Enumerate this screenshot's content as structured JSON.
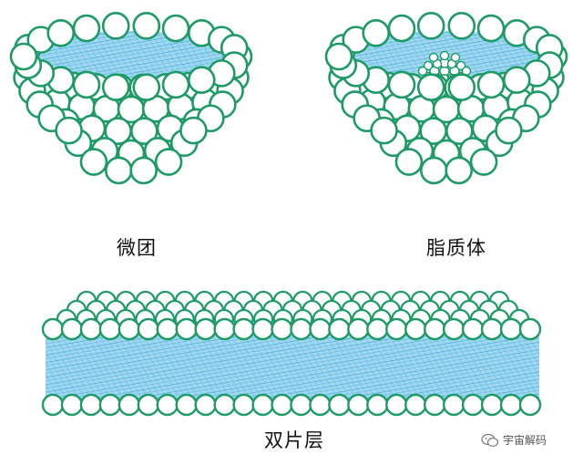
{
  "figure": {
    "colors": {
      "head_stroke": "#1e9a67",
      "head_fill": "#ffffff",
      "tail_fill": "#8fd0ec",
      "tail_stroke": "#3aa7d8",
      "text": "#111111"
    },
    "diagrams": [
      {
        "id": "micelle",
        "label": "微团",
        "icon": "micelle-icon"
      },
      {
        "id": "liposome",
        "label": "脂质体",
        "icon": "liposome-icon"
      },
      {
        "id": "bilayer",
        "label": "双片层",
        "icon": "bilayer-icon"
      }
    ]
  },
  "watermark": {
    "text": "宇宙解码",
    "icon": "wechat-icon"
  }
}
